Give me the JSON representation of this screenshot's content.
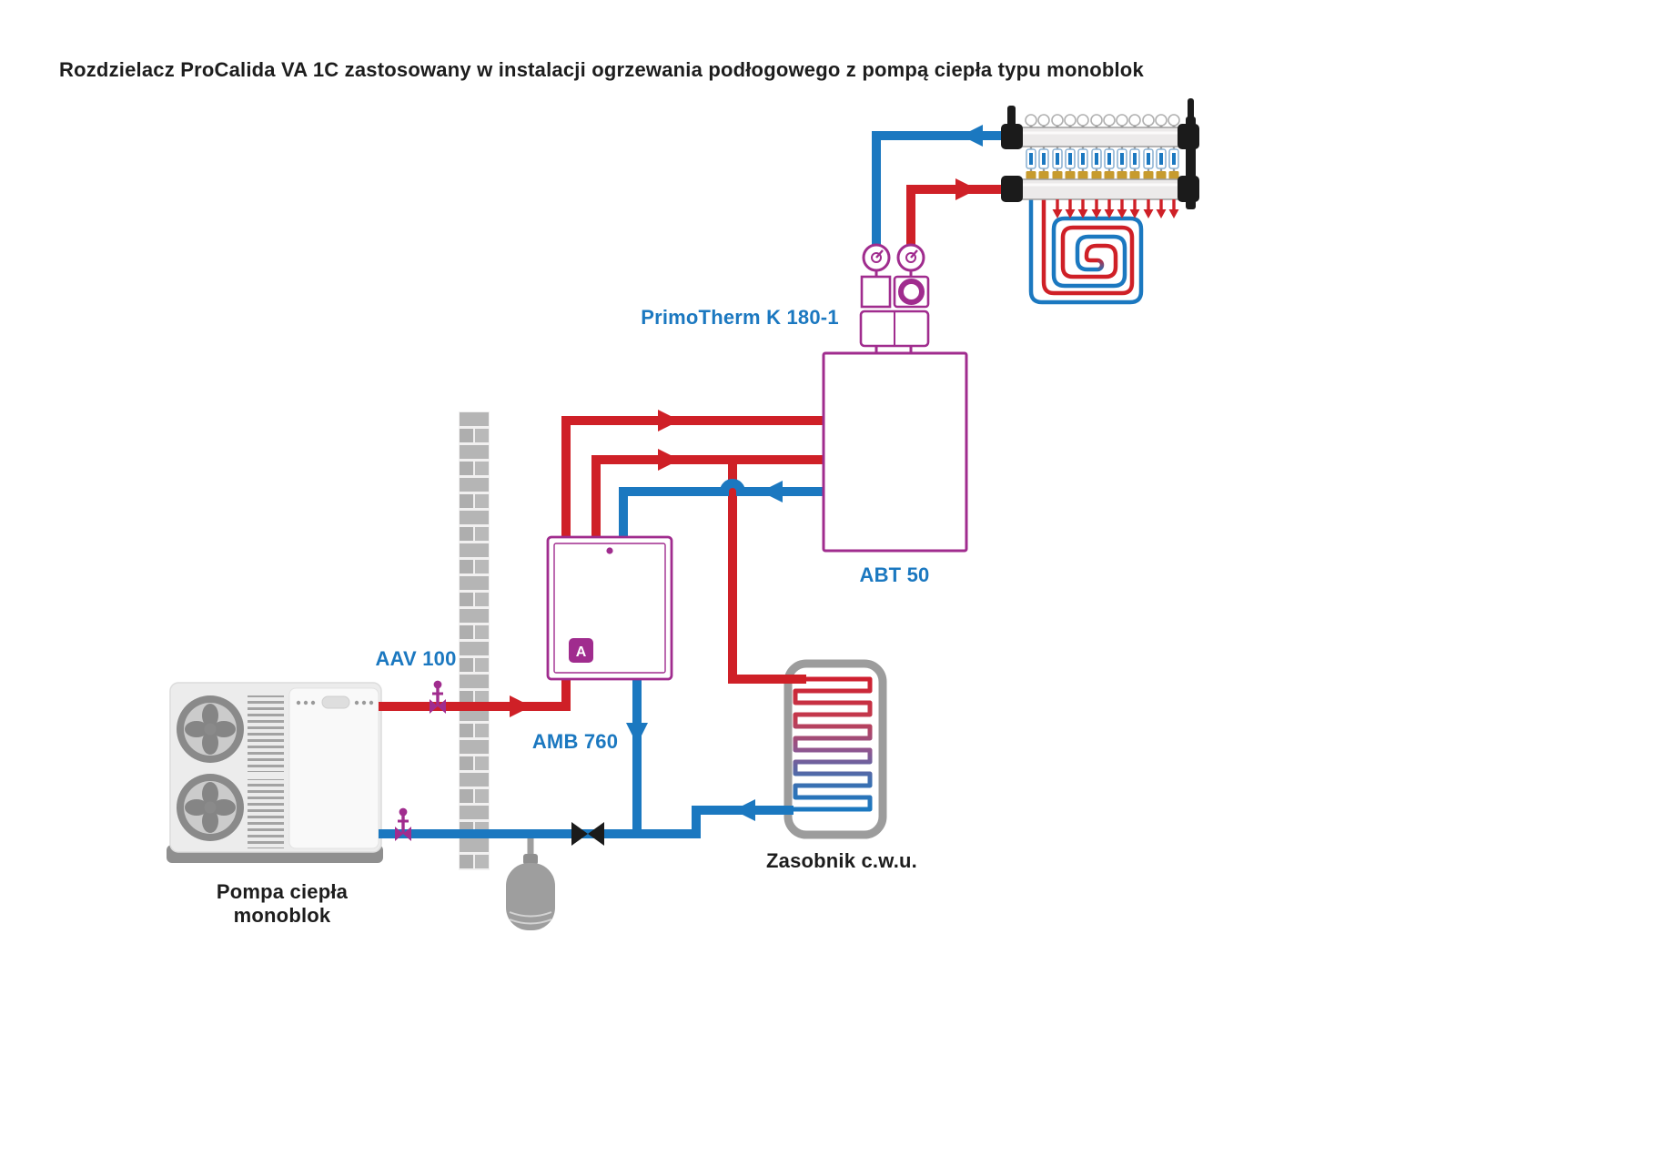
{
  "title": "Rozdzielacz ProCalida VA 1C zastosowany w instalacji ogrzewania podłogowego z pompą ciepła typu monoblok",
  "labels": {
    "pump_group": "PrimoTherm K 180-1",
    "buffer": "ABT 50",
    "air_vent": "AAV 100",
    "controller": "AMB 760",
    "dhw_tank": "Zasobnik c.w.u.",
    "heat_pump_line1": "Pompa ciepła",
    "heat_pump_line2": "monoblok"
  },
  "logo_letter": "A",
  "colors": {
    "pipe_red": "#cf2027",
    "pipe_blue": "#1b78c0",
    "label_blue": "#1b78c0",
    "afriso_purple": "#a02c8e",
    "text_dark": "#1d1d1d",
    "gray_device": "#9e9e9e",
    "black_fitting": "#1b1b1b",
    "brass_gold": "#c79b2e"
  }
}
